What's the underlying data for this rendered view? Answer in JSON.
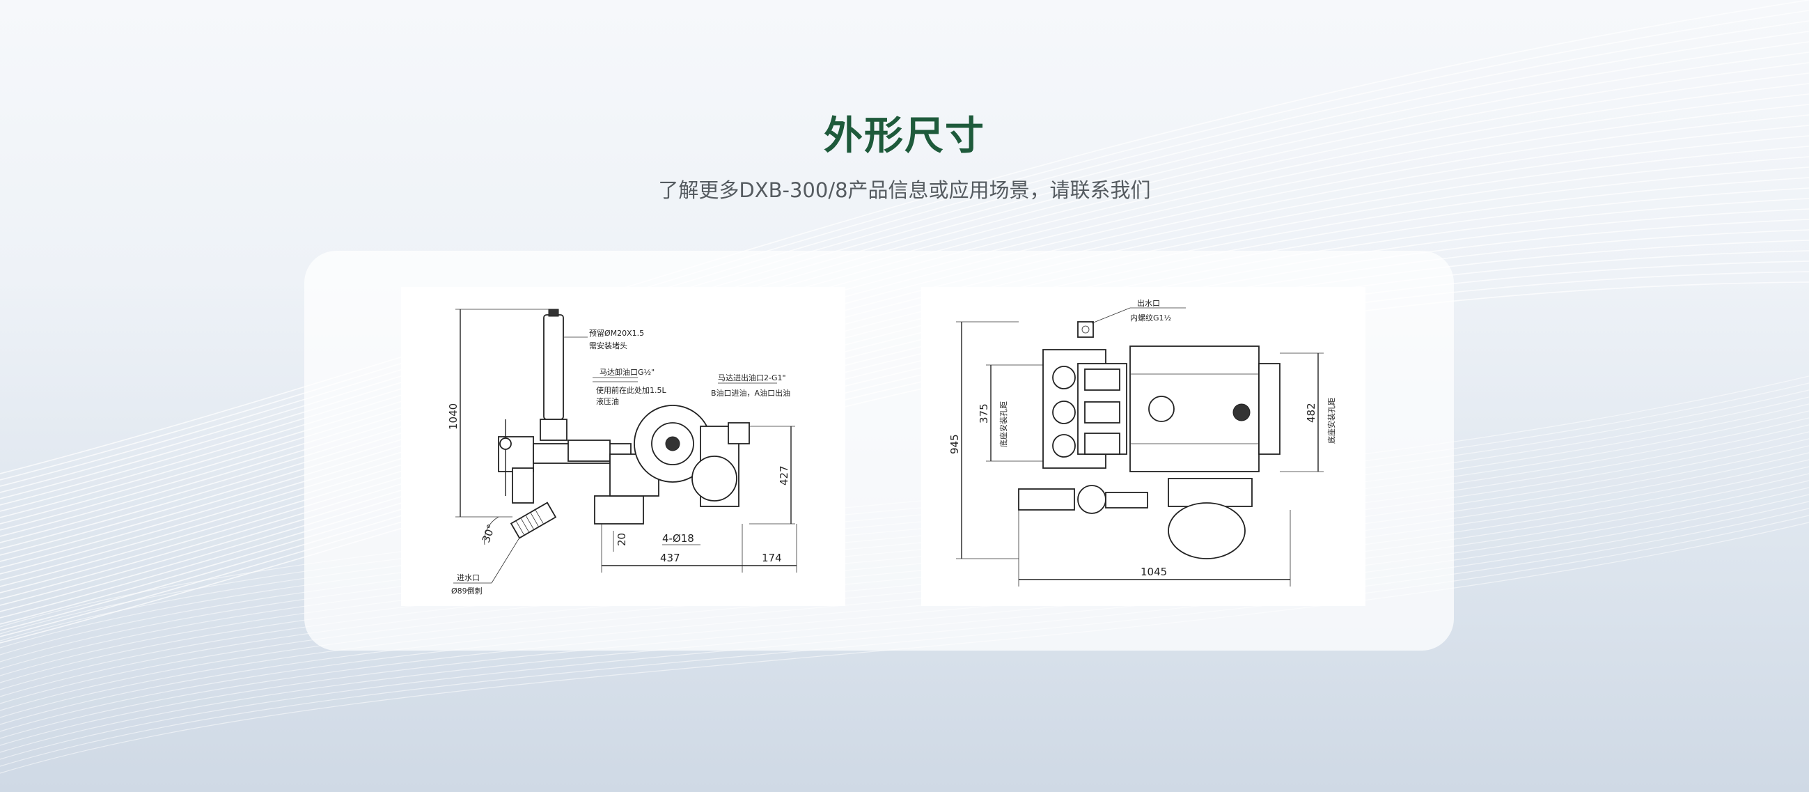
{
  "section": {
    "title": "外形尺寸",
    "subtitle": "了解更多DXB-300/8产品信息或应用场景，请联系我们"
  },
  "left_drawing": {
    "dims": {
      "height": "1040",
      "right_height": "427",
      "small": "20",
      "holes": "4-Ø18",
      "width_a": "437",
      "width_b": "174",
      "angle": "30°"
    },
    "notes": {
      "n1a": "预留ØM20X1.5",
      "n1b": "需安装堵头",
      "n2a": "马达卸油口G½\"",
      "n2b": "使用前在此处加1.5L",
      "n2c": "液压油",
      "n3a": "马达进出油口2-G1\"",
      "n3b": "B油口进油，A油口出油",
      "n4a": "进水口",
      "n4b": "Ø89倒刺"
    }
  },
  "right_drawing": {
    "dims": {
      "height": "945",
      "inner_height": "375",
      "right_height": "482",
      "width": "1045"
    },
    "notes": {
      "outlet_a": "出水口",
      "outlet_b": "内螺纹G1½",
      "left_v": "底座安装孔距",
      "right_v": "底座安装孔距"
    }
  }
}
